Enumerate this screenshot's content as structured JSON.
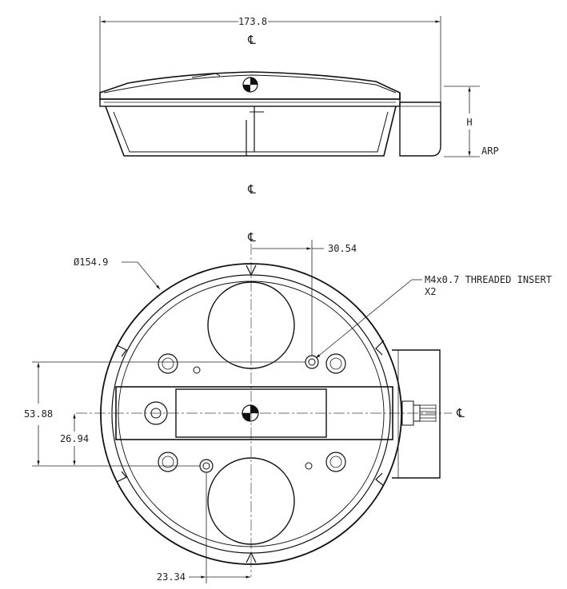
{
  "top_view": {
    "width_dim": "173.8",
    "centerline_top": "℄",
    "centerline_bottom": "℄",
    "height_dim": "H",
    "arp_label": "ARP"
  },
  "bottom_view": {
    "centerline_top": "℄",
    "centerline_right": "℄",
    "diameter_dim": "Ø154.9",
    "offset_x_dim": "30.54",
    "insert_note_line1": "M4x0.7 THREADED INSERT",
    "insert_note_line2": "X2",
    "height_dim_outer": "53.88",
    "height_dim_inner": "26.94",
    "bottom_offset_dim": "23.34"
  }
}
